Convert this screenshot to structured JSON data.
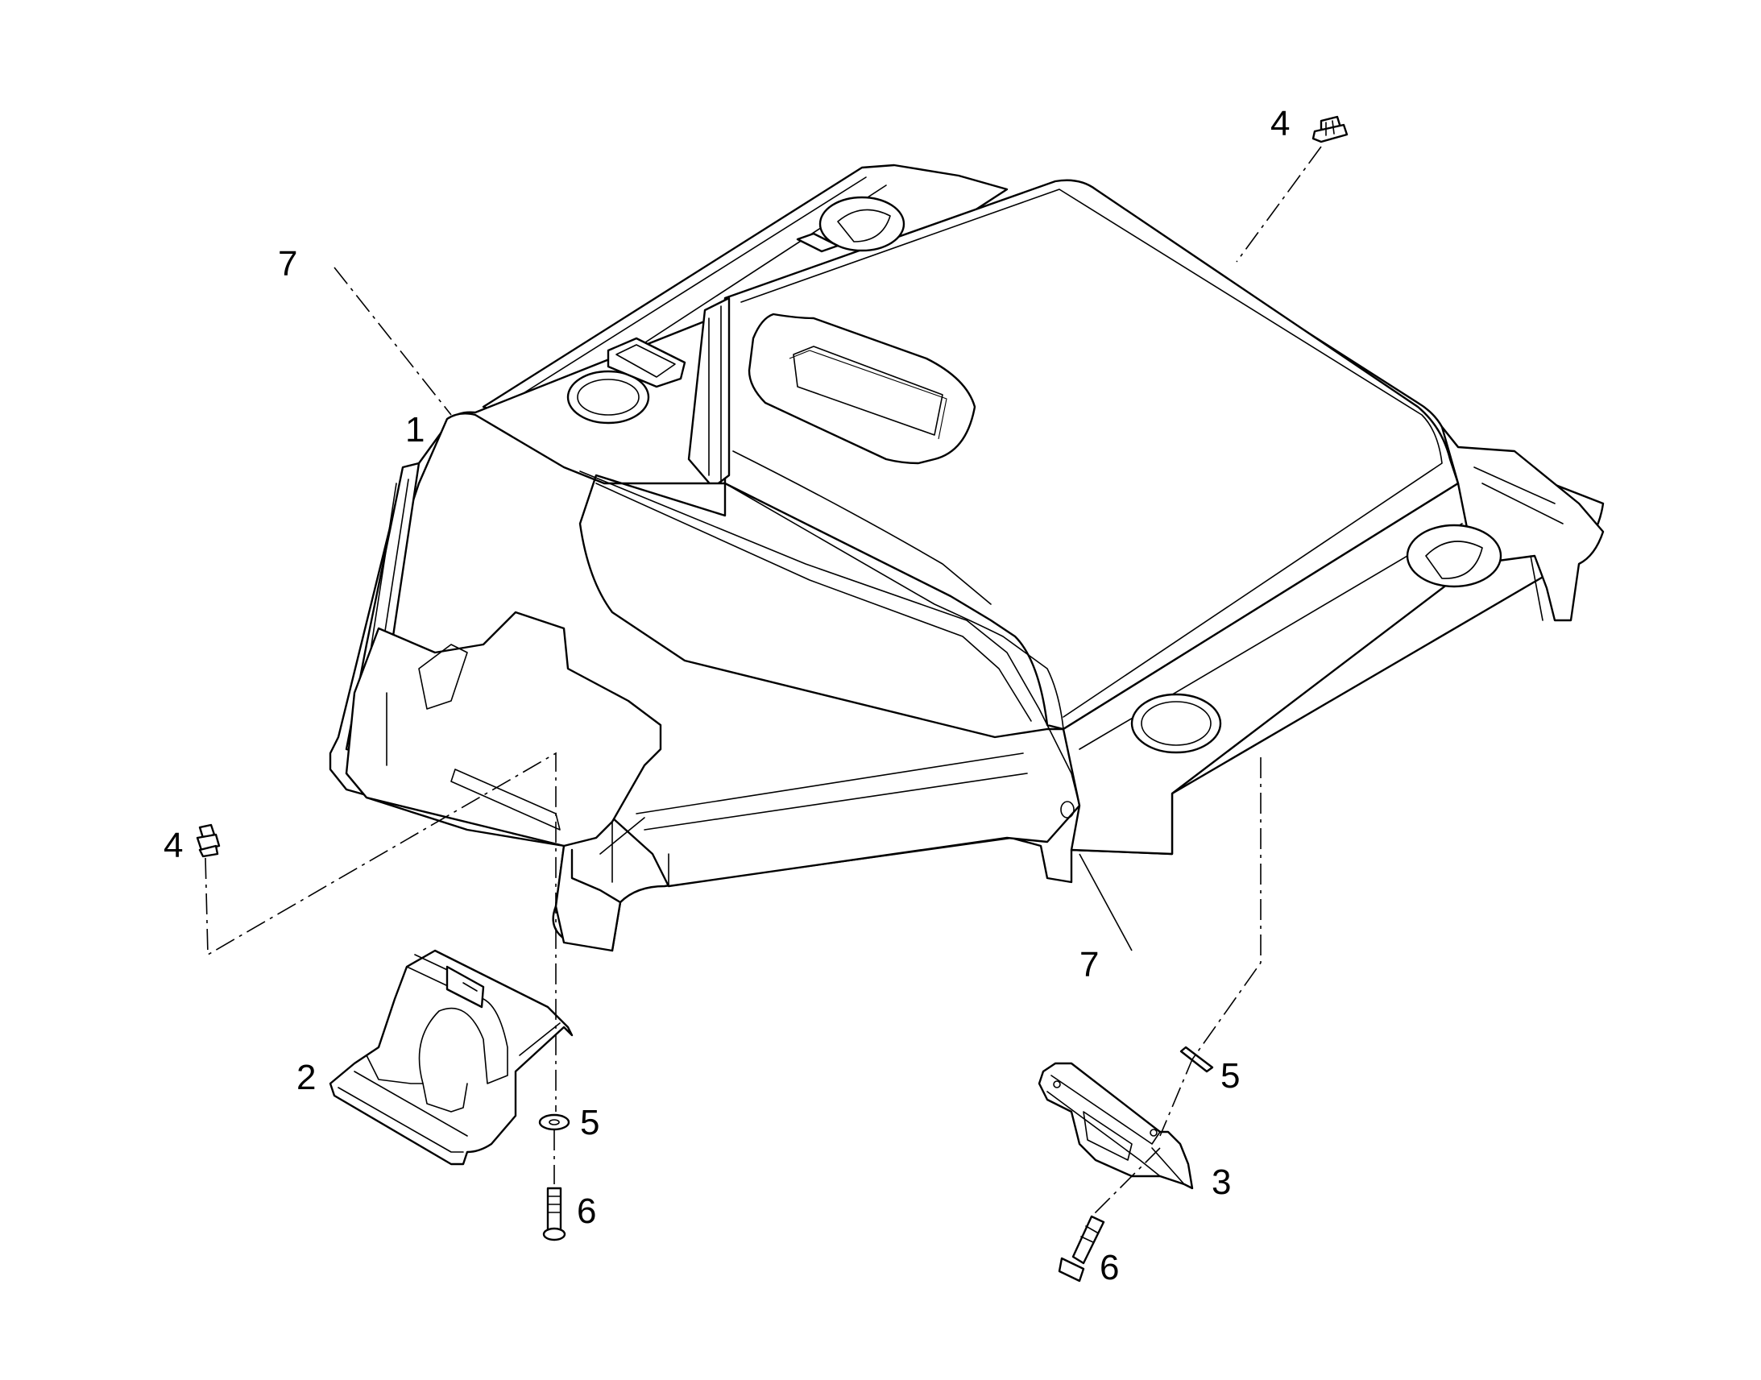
{
  "callouts": {
    "c1": "1",
    "c2": "2",
    "c3": "3",
    "c4_top": "4",
    "c4_left": "4",
    "c5_left": "5",
    "c5_right": "5",
    "c6_left": "6",
    "c6_right": "6",
    "c7_top": "7",
    "c7_bottom": "7"
  },
  "colors": {
    "line": "#000000",
    "background": "#ffffff"
  }
}
